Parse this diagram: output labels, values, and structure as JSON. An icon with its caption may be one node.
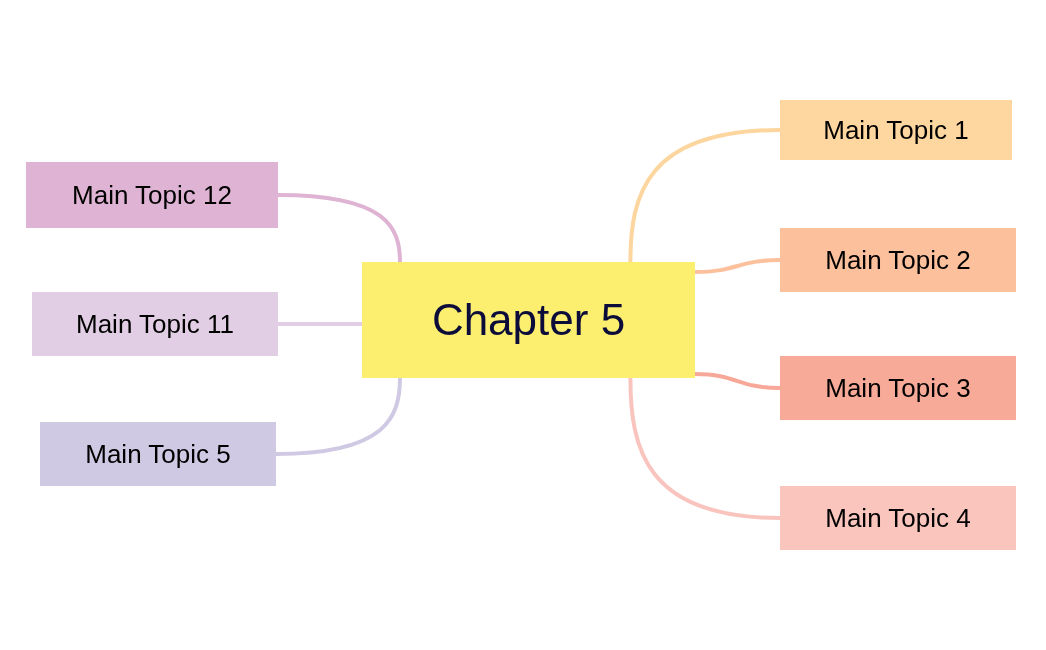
{
  "diagram": {
    "nodes": [
      {
        "text": [
          "Chapter 5"
        ]
      },
      {
        "text": [
          "Main Topic 1"
        ]
      },
      {
        "text": [
          "Main Topic 2"
        ]
      },
      {
        "text": [
          "Main Topic 3"
        ]
      },
      {
        "text": [
          "Main Topic 4"
        ]
      },
      {
        "text": [
          "Main Topic 12"
        ]
      },
      {
        "text": [
          "Main Topic 11"
        ]
      },
      {
        "text": [
          "Main Topic 5"
        ]
      }
    ],
    "edges": [
      {
        "from": 0,
        "to": 1,
        "arrow": "none",
        "color": "#fdd59e"
      },
      {
        "from": 0,
        "to": 2,
        "arrow": "none",
        "color": "#fdc09c"
      },
      {
        "from": 0,
        "to": 3,
        "arrow": "none",
        "color": "#f8a898"
      },
      {
        "from": 0,
        "to": 4,
        "arrow": "none",
        "color": "#f9c4bd"
      },
      {
        "from": 0,
        "to": 5,
        "arrow": "none",
        "color": "#dfb3d3"
      },
      {
        "from": 0,
        "to": 6,
        "arrow": "none",
        "color": "#e1cde4"
      },
      {
        "from": 0,
        "to": 7,
        "arrow": "none",
        "color": "#d0c9e3"
      }
    ]
  }
}
